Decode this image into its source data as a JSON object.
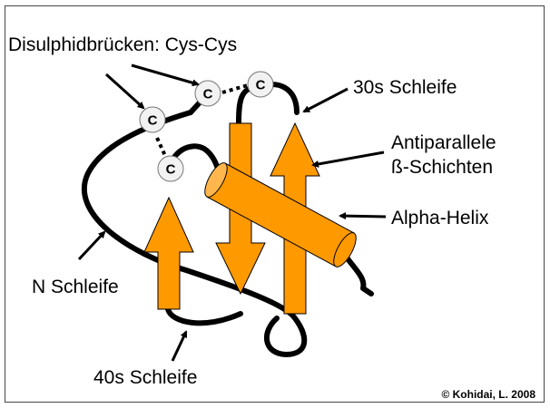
{
  "labels": {
    "disulphide": "Disulphidbrücken: Cys-Cys",
    "loop30s": "30s Schleife",
    "antiparallel_line1": "Antiparallele",
    "antiparallel_line2": "ß-Schichten",
    "alpha_helix": "Alpha-Helix",
    "n_loop": "N Schleife",
    "loop40s": "40s Schleife"
  },
  "cysteine_letter": "C",
  "copyright": "© Kohidai, L. 2008",
  "colors": {
    "strand_fill": "#FF9900",
    "helix_fill": "#FF9900",
    "outline": "#000000",
    "backbone": "#000000",
    "cys_circle": "#f2f2f2"
  },
  "icons": {
    "cysteine": "circle-with-letter",
    "arrow": "straight-arrow"
  }
}
